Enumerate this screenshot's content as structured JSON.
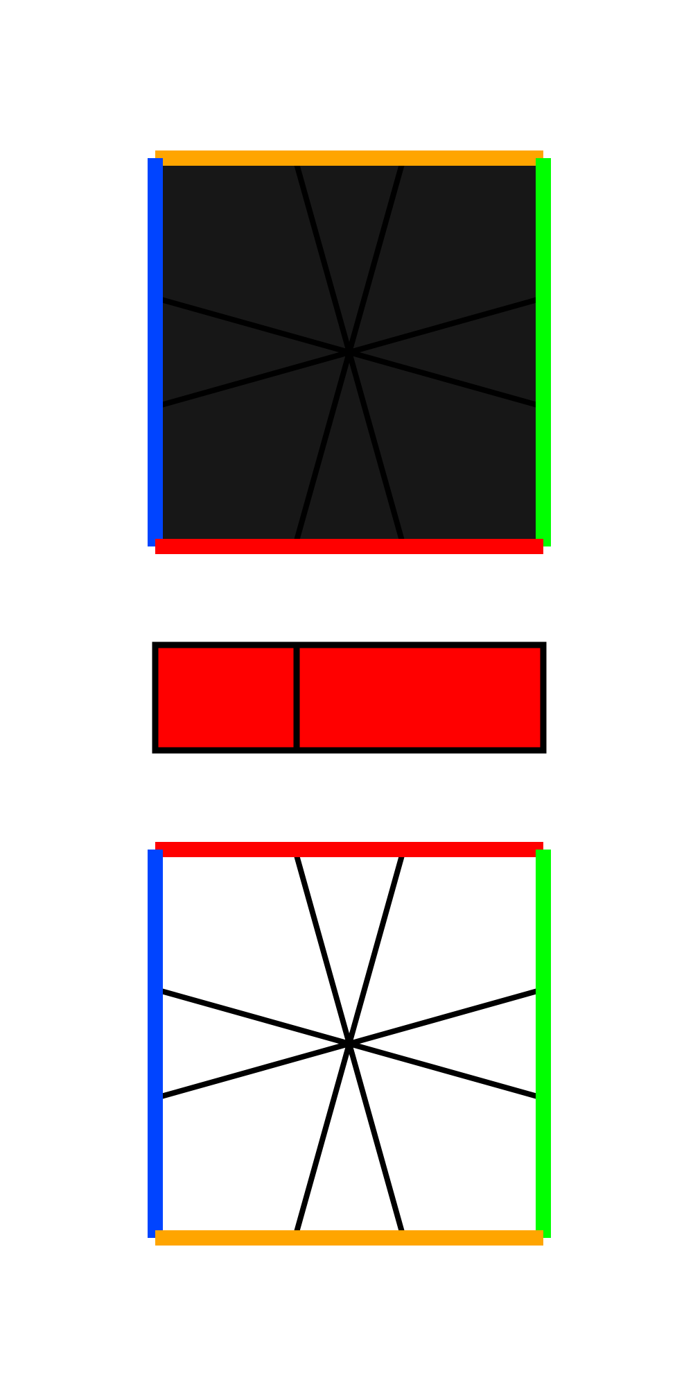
{
  "colors": {
    "background": "#ffffff",
    "dark_fill": "#171717",
    "ray": "#000000",
    "blue": "#0044ff",
    "green": "#00ff00",
    "orange": "#ffa500",
    "red": "#ff0000",
    "white": "#ffffff"
  },
  "top_square": {
    "fill": "dark_fill",
    "edges": {
      "top": "orange",
      "left": "blue",
      "right": "green",
      "bottom": "red"
    },
    "ray_count": 8
  },
  "middle_bar": {
    "fill": "red",
    "outline": "ray",
    "divider_count": 1
  },
  "bottom_square": {
    "fill": "white",
    "edges": {
      "top": "red",
      "left": "blue",
      "right": "green",
      "bottom": "orange"
    },
    "ray_count": 8
  }
}
